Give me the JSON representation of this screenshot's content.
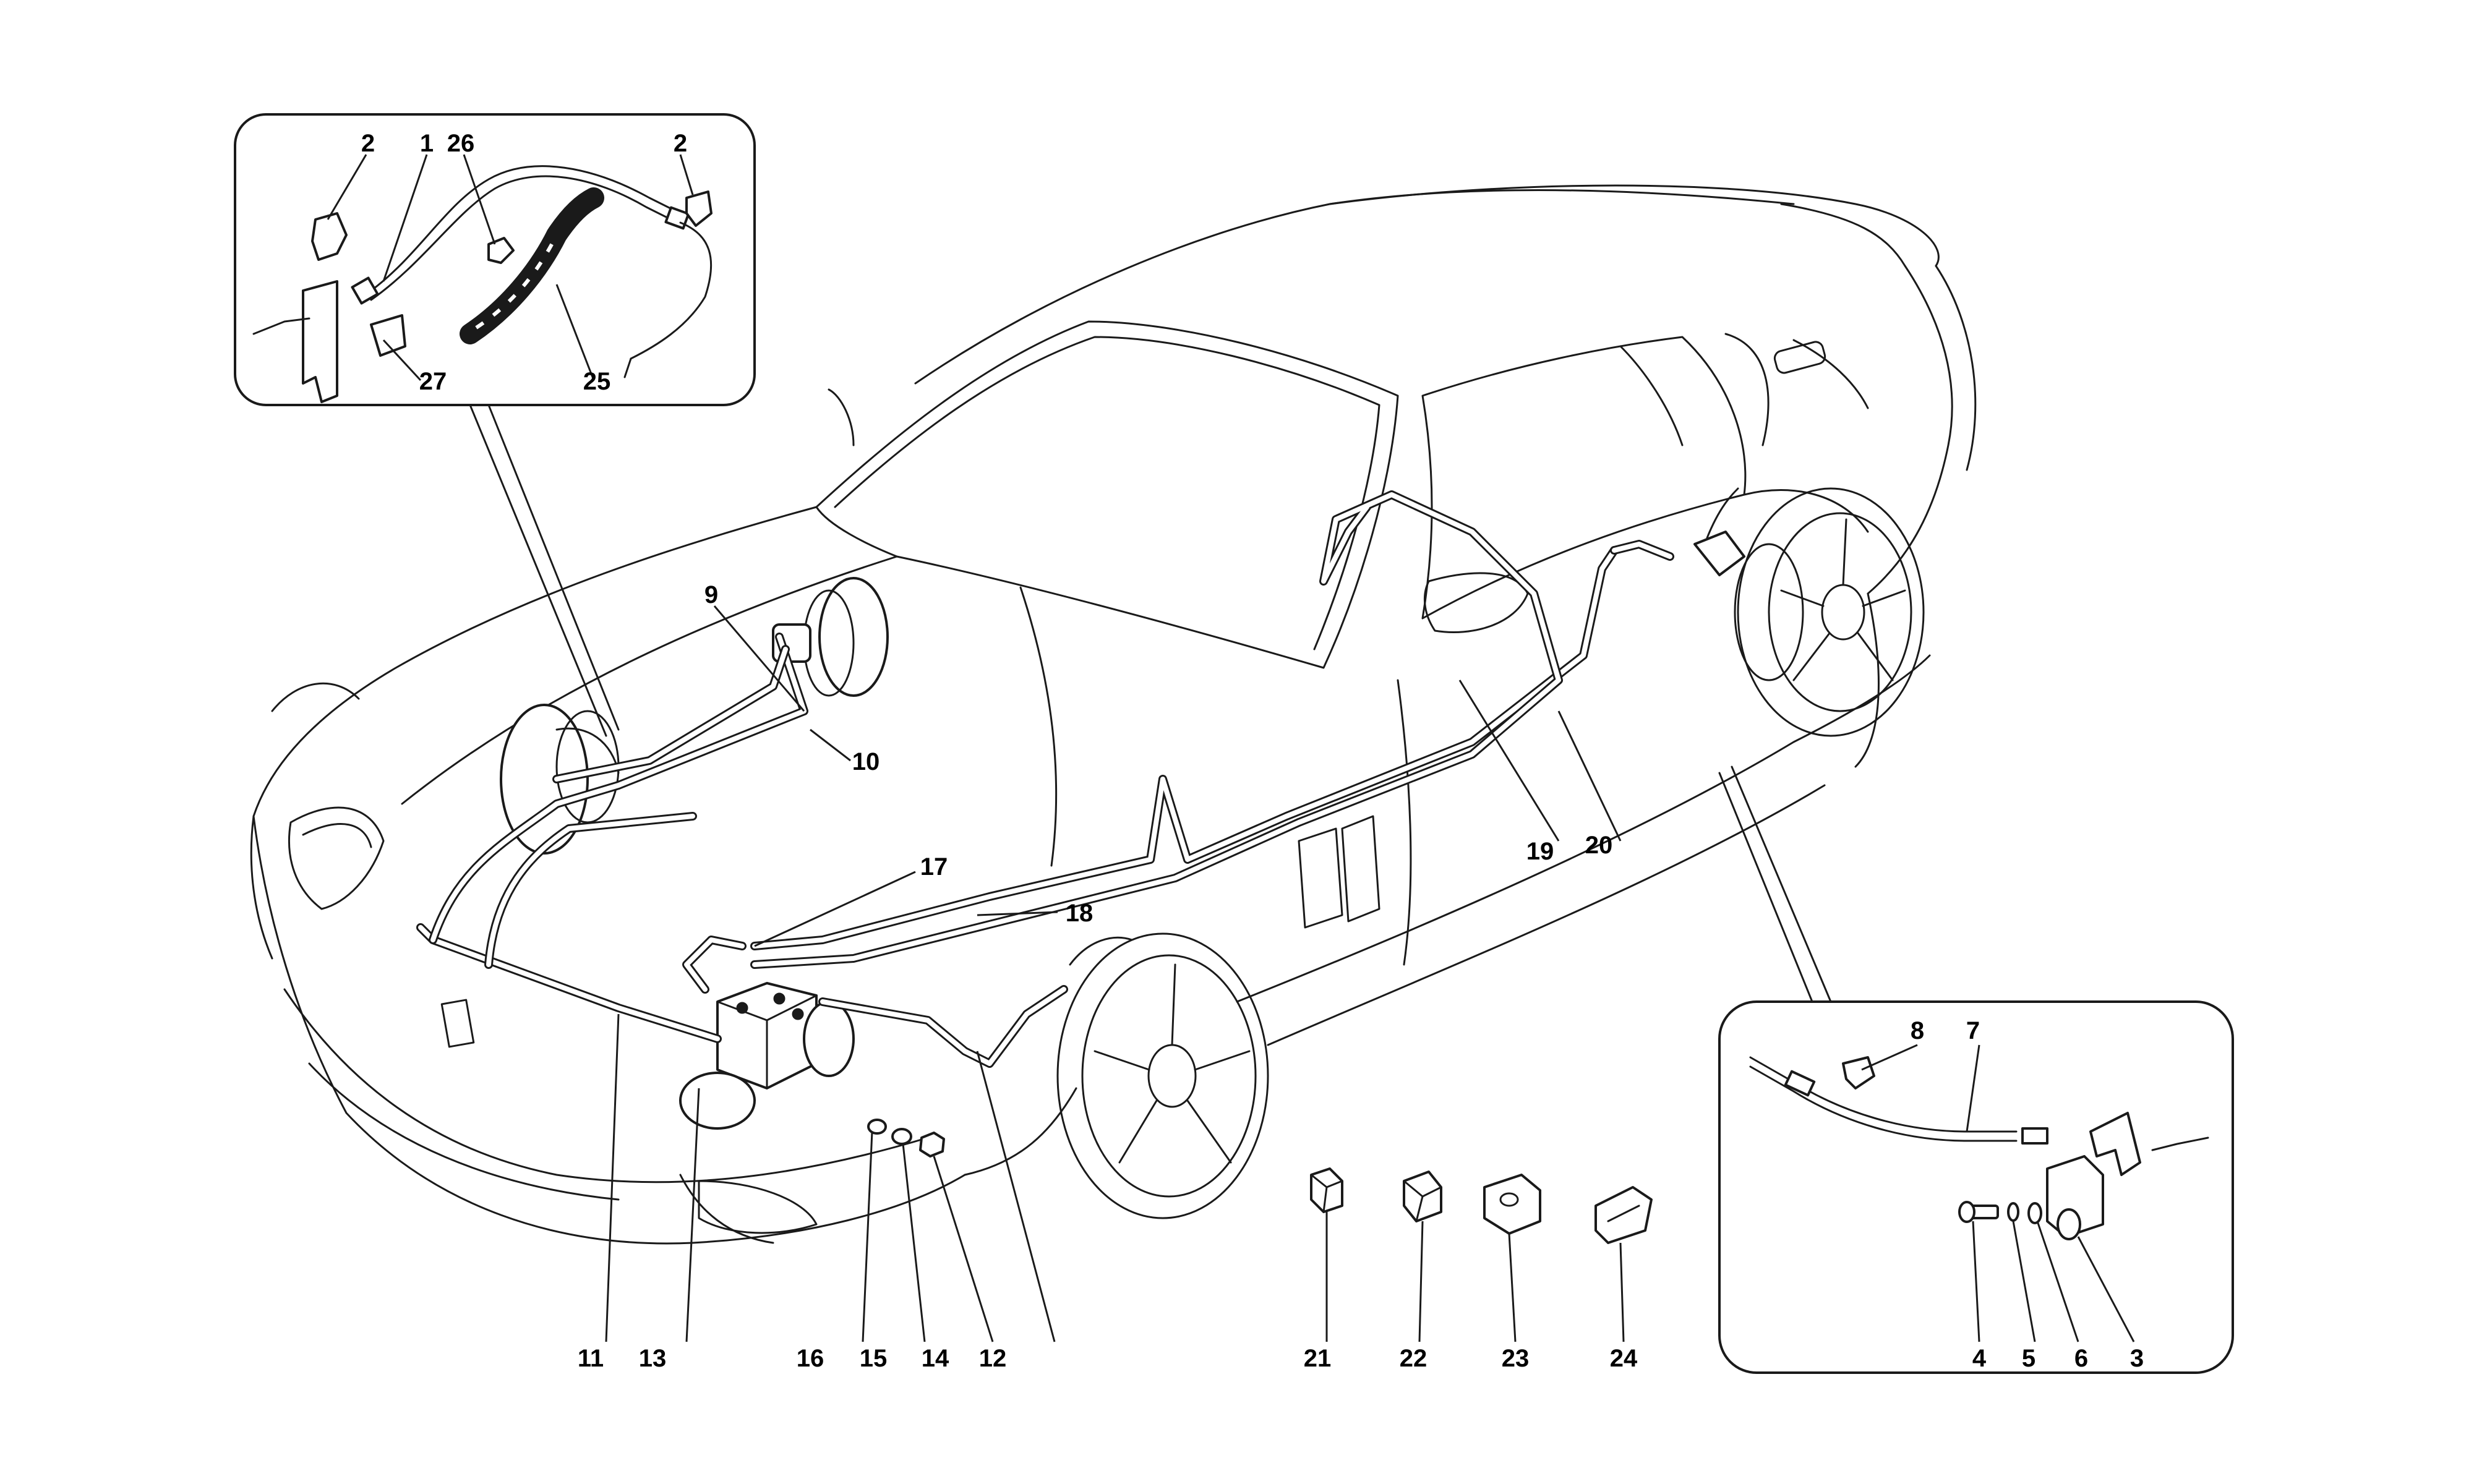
{
  "diagram": {
    "callouts": {
      "c1": "1",
      "c2a": "2",
      "c2b": "2",
      "c3": "3",
      "c4": "4",
      "c5": "5",
      "c6": "6",
      "c7": "7",
      "c8": "8",
      "c9": "9",
      "c10": "10",
      "c11": "11",
      "c12": "12",
      "c13": "13",
      "c14": "14",
      "c15": "15",
      "c16": "16",
      "c17": "17",
      "c18": "18",
      "c19": "19",
      "c20": "20",
      "c21": "21",
      "c22": "22",
      "c23": "23",
      "c24": "24",
      "c25": "25",
      "c26": "26",
      "c27": "27"
    }
  }
}
